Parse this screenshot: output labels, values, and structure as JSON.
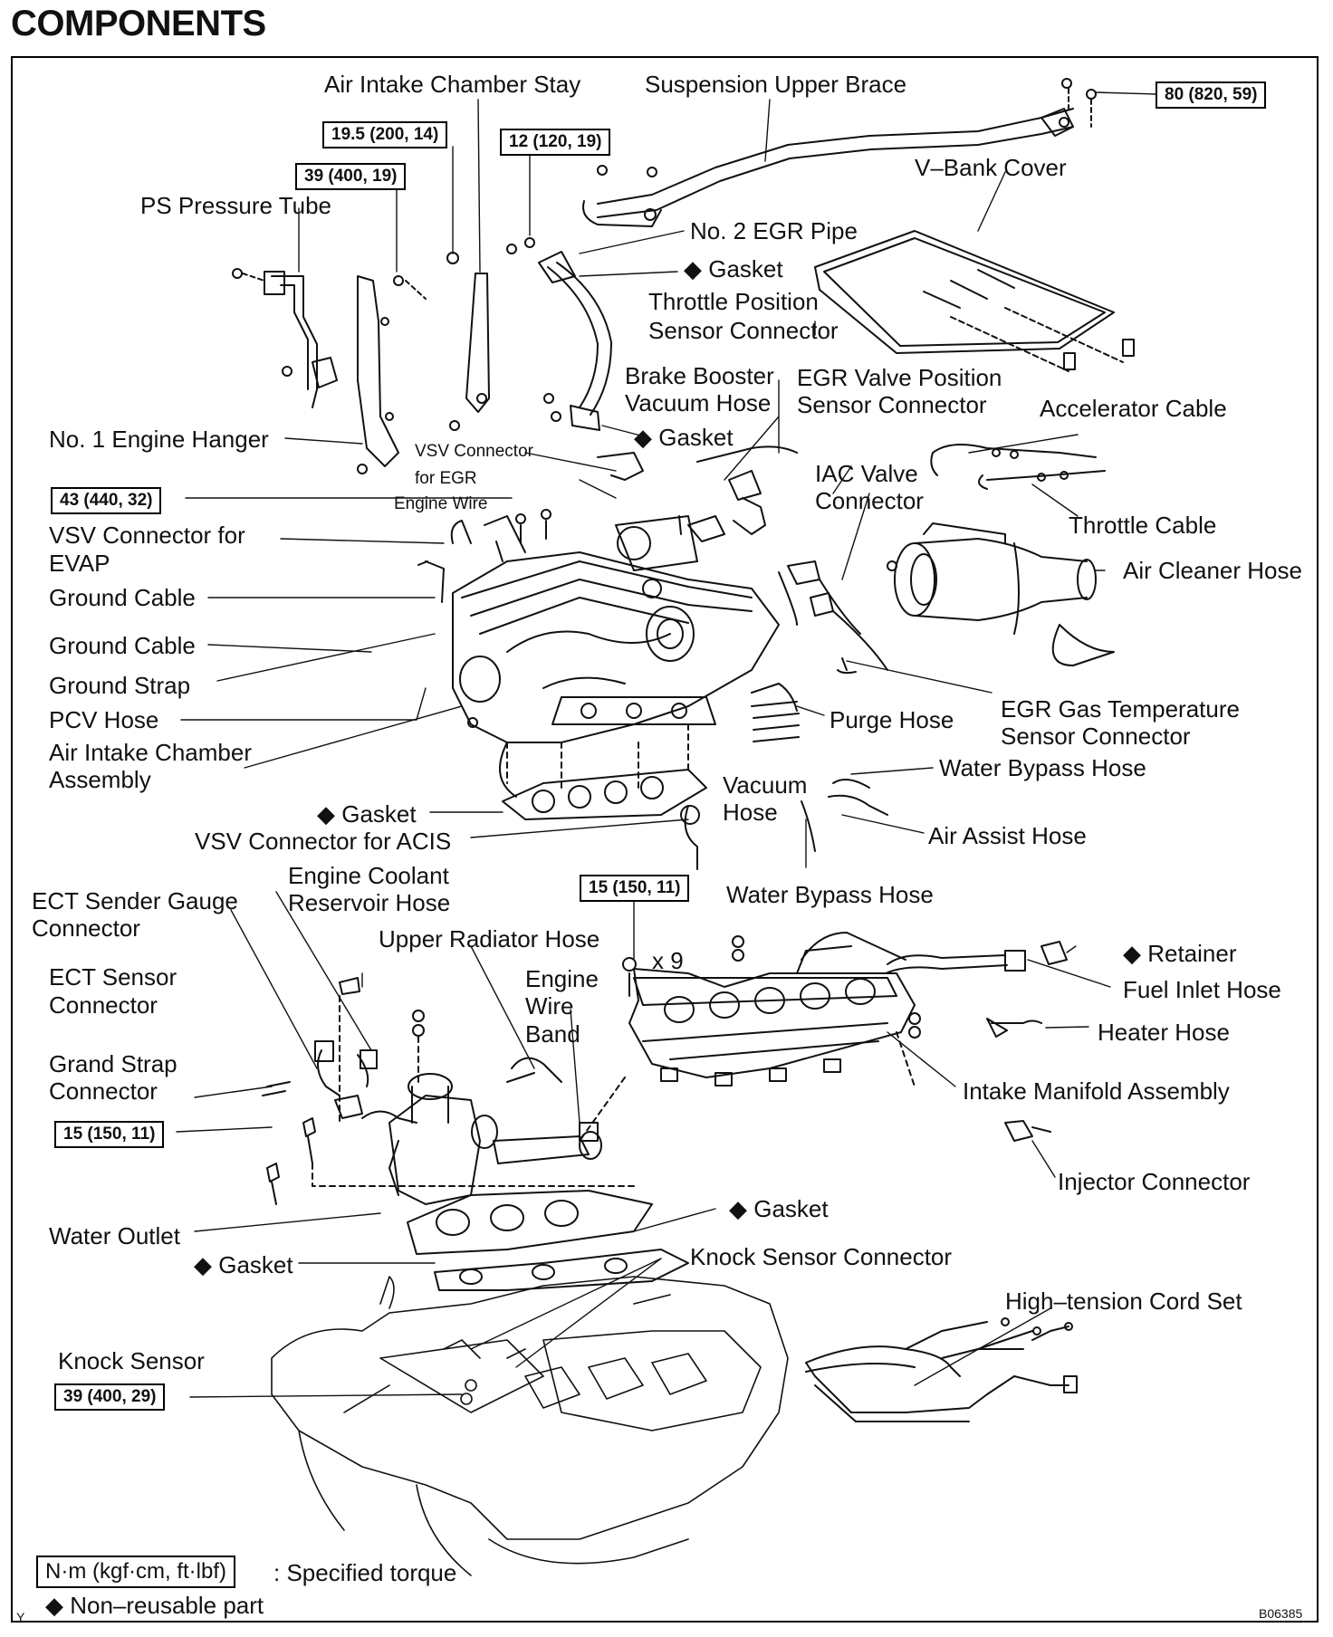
{
  "title": "COMPONENTS",
  "labels": {
    "air_intake_chamber_stay": "Air Intake Chamber Stay",
    "suspension_upper_brace": "Suspension Upper Brace",
    "v_bank_cover": "V–Bank Cover",
    "ps_pressure_tube": "PS Pressure Tube",
    "no2_egr_pipe": "No. 2 EGR Pipe",
    "gasket_top": "◆ Gasket",
    "tps_connector_1": "Throttle Position",
    "tps_connector_2": "Sensor Connector",
    "brake_booster_1": "Brake Booster",
    "brake_booster_2": "Vacuum Hose",
    "egr_valve_pos_1": "EGR Valve Position",
    "egr_valve_pos_2": "Sensor Connector",
    "accelerator_cable": "Accelerator Cable",
    "gasket_egr": "◆ Gasket",
    "no1_engine_hanger": "No. 1 Engine Hanger",
    "vsv_egr_1": "VSV Connector",
    "vsv_egr_2": "for EGR",
    "engine_wire": "Engine Wire",
    "iac_1": "IAC Valve",
    "iac_2": "Connector",
    "throttle_cable": "Throttle Cable",
    "vsv_evap_1": "VSV Connector for",
    "vsv_evap_2": "EVAP",
    "air_cleaner_hose": "Air Cleaner Hose",
    "ground_cable_1": "Ground Cable",
    "ground_cable_2": "Ground Cable",
    "ground_strap": "Ground Strap",
    "pcv_hose": "PCV Hose",
    "purge_hose": "Purge Hose",
    "egr_gas_temp_1": "EGR Gas Temperature",
    "egr_gas_temp_2": "Sensor Connector",
    "aic_assembly_1": "Air Intake Chamber",
    "aic_assembly_2": "Assembly",
    "water_bypass_hose_1": "Water Bypass Hose",
    "vacuum_1": "Vacuum",
    "vacuum_2": "Hose",
    "gasket_chamber": "◆ Gasket",
    "vsv_acis": "VSV Connector for ACIS",
    "air_assist_hose": "Air Assist Hose",
    "ect_sender_1": "ECT Sender Gauge",
    "ect_sender_2": "Connector",
    "coolant_res_1": "Engine Coolant",
    "coolant_res_2": "Reservoir Hose",
    "water_bypass_hose_2": "Water Bypass Hose",
    "upper_radiator_hose": "Upper Radiator Hose",
    "x9": "x 9",
    "retainer": "◆ Retainer",
    "ect_sensor_1": "ECT Sensor",
    "ect_sensor_2": "Connector",
    "wire_band_1": "Engine",
    "wire_band_2": "Wire",
    "wire_band_3": "Band",
    "fuel_inlet_hose": "Fuel Inlet Hose",
    "heater_hose": "Heater Hose",
    "grand_strap_1": "Grand Strap",
    "grand_strap_2": "Connector",
    "intake_manifold": "Intake Manifold Assembly",
    "injector_connector": "Injector Connector",
    "gasket_manifold": "◆ Gasket",
    "water_outlet": "Water Outlet",
    "gasket_outlet": "◆ Gasket",
    "knock_sensor_connector": "Knock Sensor Connector",
    "high_tension": "High–tension Cord Set",
    "knock_sensor": "Knock Sensor"
  },
  "torques": {
    "t1": "19.5 (200, 14)",
    "t2": "12 (120, 19)",
    "t3": "80 (820, 59)",
    "t4": "39 (400, 19)",
    "t5": "43 (440, 32)",
    "t6": "15 (150, 11)",
    "t7": "15 (150, 11)",
    "t8": "39 (400, 29)"
  },
  "legend": {
    "torque_unit": "N·m (kgf·cm, ft·lbf)",
    "torque_desc": ": Specified torque",
    "nonreusable": "◆ Non–reusable part"
  },
  "codes": {
    "corner": "Y",
    "figure_id": "B06385"
  }
}
